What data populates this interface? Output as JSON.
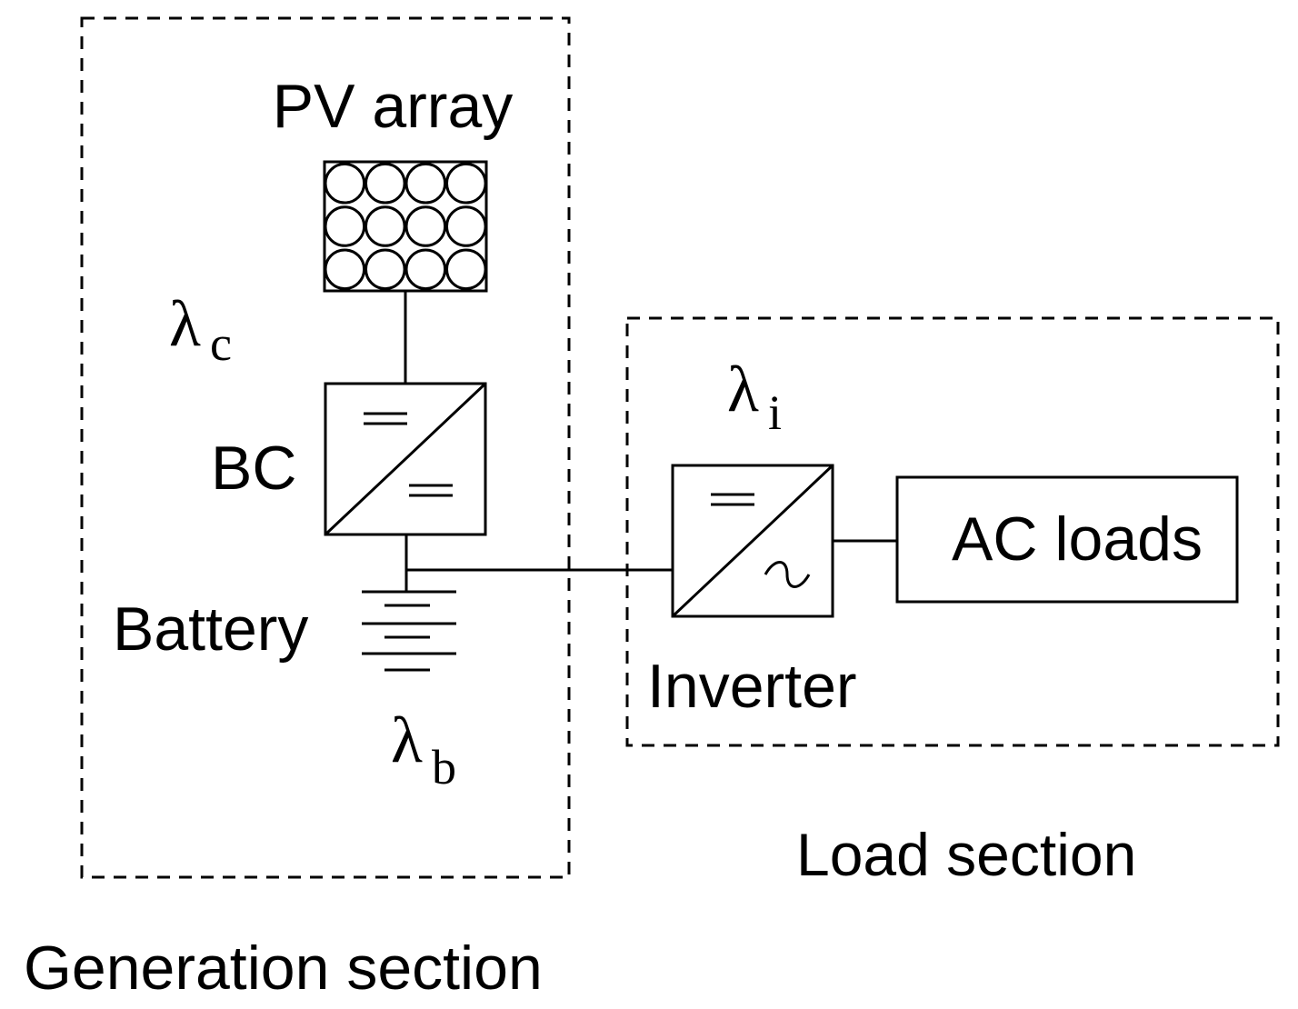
{
  "labels": {
    "pv_array": "PV array",
    "bc": "BC",
    "battery": "Battery",
    "inverter": "Inverter",
    "ac_loads": "AC loads",
    "generation_section": "Generation section",
    "load_section": "Load section"
  },
  "rates": {
    "converter": {
      "symbol": "λ",
      "subscript": "c"
    },
    "battery": {
      "symbol": "λ",
      "subscript": "b"
    },
    "inverter": {
      "symbol": "λ",
      "subscript": "i"
    }
  },
  "symbols": {
    "dc": "=",
    "ac": "~"
  },
  "colors": {
    "line": "#000000",
    "background": "#ffffff"
  }
}
